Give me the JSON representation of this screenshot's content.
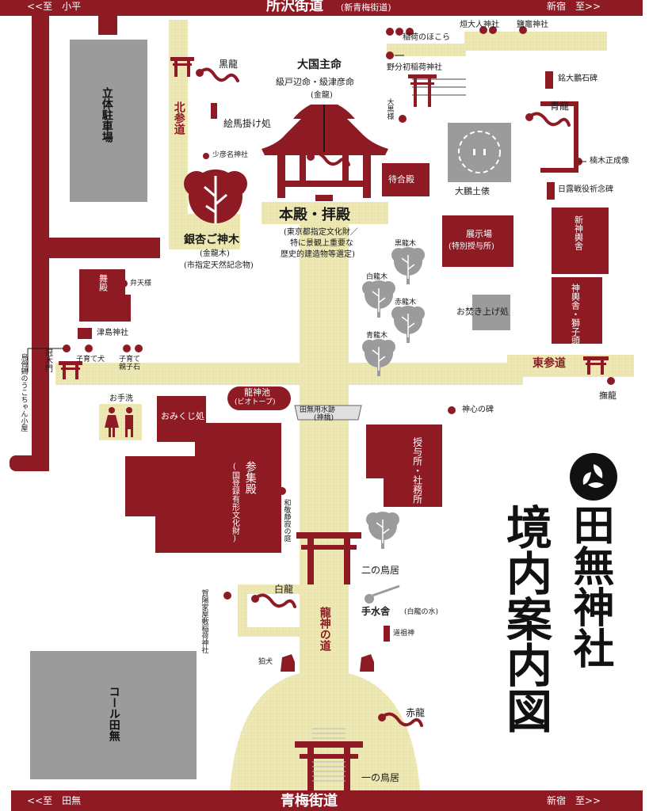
{
  "title": {
    "shrine_name": "田無神社",
    "map_title": "境内案内図",
    "crest": "mitsudomoe-crest"
  },
  "roads": {
    "top_name": "所沢街道",
    "top_sub": "(新青梅街道)",
    "top_left_dir": "<<至　小平",
    "top_right_dir": "新宿　至>>",
    "bottom_name": "青梅街道",
    "bottom_left_dir": "<<至　田無",
    "bottom_right_dir": "新宿　至>>"
  },
  "buildings": {
    "parking": "立体駐車場",
    "call_tanashi": "コール田無",
    "honden_title": "本殿・拝殿",
    "honden_note_1": "(東京都指定文化財／",
    "honden_note_2": "特に景観上重要な",
    "honden_note_3": "歴史的建造物等選定)",
    "machiai": "待合殿",
    "butai": "舞殿",
    "omikuji": "おみくじ処",
    "sanshuden": "参集殿",
    "sanshuden_note": "(国登録有形文化財)",
    "tenjijo": "展示場",
    "tenjijo_note": "(特別授与所)",
    "shinmikoshi": "新神輿舎",
    "mikoshi_shishi": "神輿舎・獅子頭",
    "juyosho": "授与所・社務所",
    "otakiage": "お焚き上げ処",
    "taiho_dohyo": "大鵬土俵"
  },
  "deities": {
    "okuninushi": "大国主命",
    "okuninushi_sub": "級戸辺命・級津彦命",
    "okuninushi_dragon": "(金龍)"
  },
  "paths": {
    "kita_sando": "北参道",
    "higashi_sando": "東参道",
    "ryujin_no_michi": "龍神の道"
  },
  "landmarks": {
    "kokuryu_top": "黒龍",
    "ema": "絵馬掛け処",
    "sukunahikona": "少彦名神社",
    "ginkgo": "銀杏ご神木",
    "ginkgo_sub": "(金龍木)",
    "ginkgo_note": "(市指定天然記念物)",
    "benten": "弁天様",
    "tsushima": "津島神社",
    "kosodate_inu": "子育て犬",
    "kosodate_oyako": "子育て親子石",
    "kabukimon": "冠木門",
    "ukotchan": "烏骨鶏のうこちゃん小屋",
    "otearai": "お手洗",
    "ryujin_ike": "龍神池",
    "ryujin_ike_sub": "(ビオトープ)",
    "tanashi_yosui": "田無用水跡",
    "tanashi_yosui_sub": "(神橋)",
    "wakei_seijaku": "和敬静寂の庭",
    "kagayake": "賀陽家屋敷稲荷神社",
    "hakuryu": "白龍",
    "komainu": "狛犬",
    "ni_no_torii": "二の鳥居",
    "temizusha": "手水舎",
    "temizusha_sub": "(白龍の水)",
    "dosojin": "道祖神",
    "sekiryu": "赤龍",
    "ichi_no_torii": "一の鳥居",
    "shinshin_hi": "神心の碑",
    "naderyu": "撫龍",
    "inari_hokora": "稲荷のほこら",
    "noguchi_inari": "野分初稲荷神社",
    "daikoku": "大黒様",
    "hitaijin": "烜大人神社",
    "shiogama": "鹽竈神社",
    "mei_taiho": "銘大鵬石碑",
    "seiryu": "青龍",
    "kusunoki": "楠木正成像",
    "nichiro_hi": "日露戦役祈念碑",
    "kokuryu_tree": "黒龍木",
    "hakuryu_tree": "白龍木",
    "sekiryu_tree": "赤龍木",
    "seiryu_tree": "青龍木"
  },
  "colors": {
    "shrine_red": "#8e1a24",
    "path_cream": "#ede8b4",
    "gray": "#9b9b9b",
    "background": "#ffffff"
  }
}
